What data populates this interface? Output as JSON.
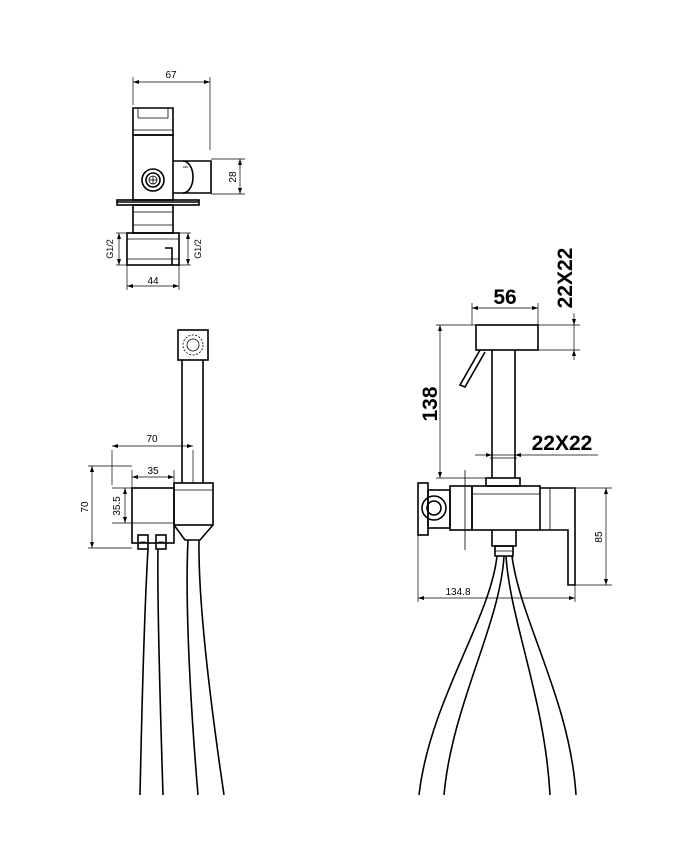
{
  "top_view": {
    "width_dim": "67",
    "holder_dim": "28",
    "base_dim": "44",
    "thread_left": "G1/2",
    "thread_right": "G1/2"
  },
  "side_view": {
    "reach_dim": "70",
    "mid_dim": "35",
    "height_dim": "70",
    "offset_dim": "35.5"
  },
  "front_view": {
    "head_width_dim": "56",
    "head_section_dim": "22X22",
    "handle_height_dim": "138",
    "body_section_dim": "22X22",
    "body_height_dim": "85",
    "overall_width_dim": "134.8"
  }
}
